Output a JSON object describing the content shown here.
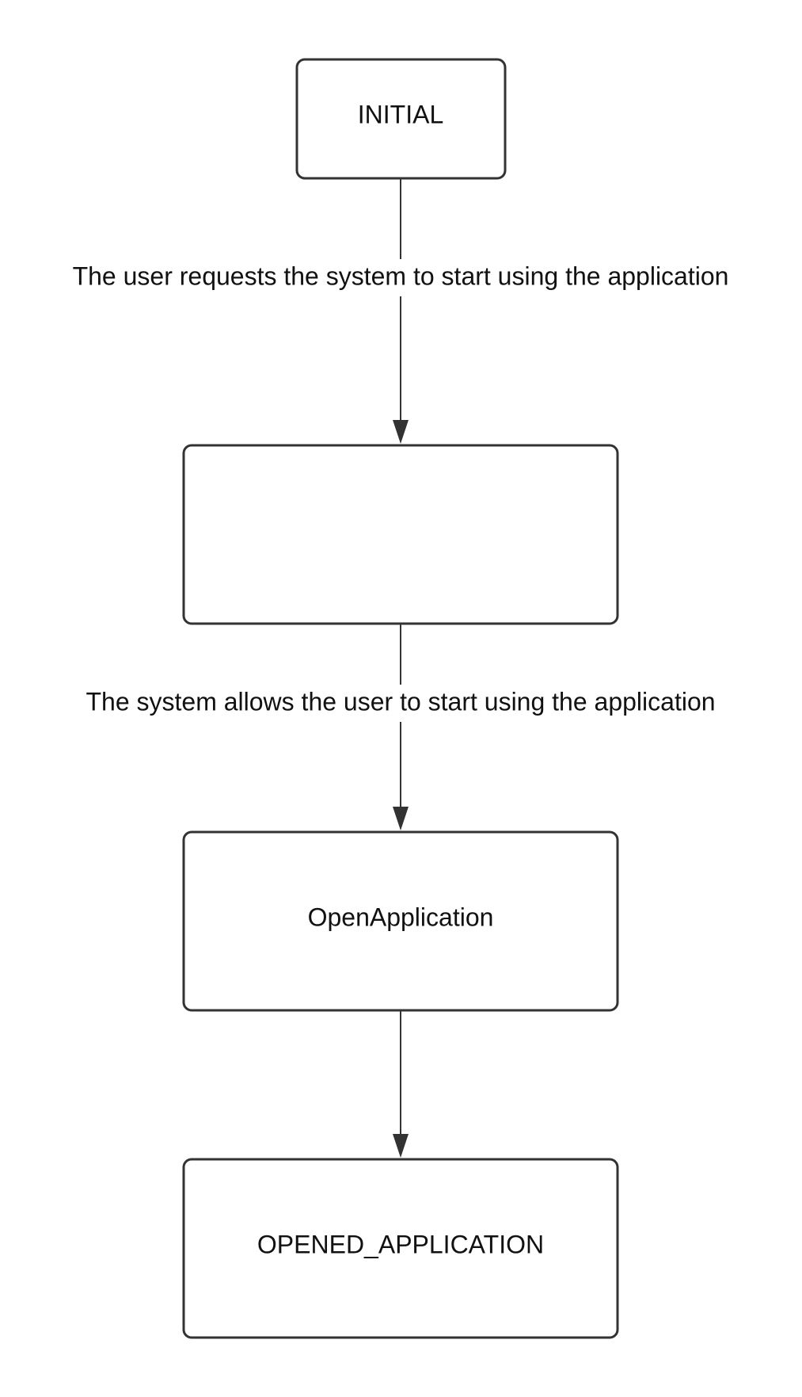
{
  "diagram": {
    "nodes": [
      {
        "id": "initial",
        "label": "INITIAL"
      },
      {
        "id": "intermediate",
        "label": ""
      },
      {
        "id": "open-application",
        "label": "OpenApplication"
      },
      {
        "id": "opened-application",
        "label": "OPENED_APPLICATION"
      }
    ],
    "edges": [
      {
        "from": "initial",
        "to": "intermediate",
        "label": "The user requests the system to start using the application"
      },
      {
        "from": "intermediate",
        "to": "open-application",
        "label": "The system allows the user to start using the application"
      },
      {
        "from": "open-application",
        "to": "opened-application",
        "label": ""
      }
    ],
    "colors": {
      "stroke": "#333333",
      "text": "#111111",
      "background": "#ffffff"
    }
  }
}
